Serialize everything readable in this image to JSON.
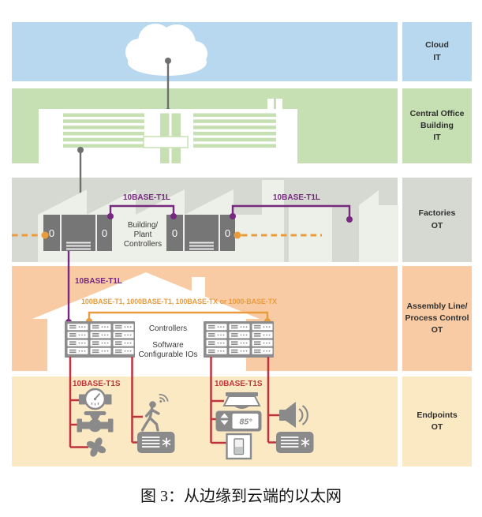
{
  "figure": {
    "bands": [
      {
        "id": "cloud",
        "label": "Cloud\nIT"
      },
      {
        "id": "central-office",
        "label": "Central Office\nBuilding\nIT"
      },
      {
        "id": "factories",
        "label": "Factories\nOT"
      },
      {
        "id": "assembly",
        "label": "Assembly Line/\nProcess Control\nOT"
      },
      {
        "id": "endpoints",
        "label": "Endpoints\nOT"
      }
    ],
    "connections": {
      "t1l_factories_left": "10BASE-T1L",
      "t1l_factories_right": "10BASE-T1L",
      "t1l_assembly": "10BASE-T1L",
      "assembly_trunk": "100BASE-T1, 1000BASE-T1, 100BASE-TX or 1000-BASE-TX",
      "t1s_left": "10BASE-T1S",
      "t1s_right": "10BASE-T1S"
    },
    "devices": {
      "building_plant_controllers": "Building/\nPlant\nControllers",
      "controllers": "Controllers",
      "software_configurable_ios": "Software\nConfigurable IOs",
      "port_label": "0",
      "thermostat_reading": "85°"
    },
    "icons": {
      "cloud": "cloud-icon",
      "office": "office-building-icon",
      "factory": "factory-icon",
      "controller": "plc-controller-icon",
      "house": "house-icon",
      "io_rack": "io-module-rack-icon",
      "gauge": "pressure-gauge-icon",
      "valve": "valve-icon",
      "fan": "fan-icon",
      "motion": "motion-sensor-icon",
      "hvac": "hvac-unit-icon",
      "detector": "ceiling-detector-icon",
      "thermostat": "thermostat-icon",
      "switch": "light-switch-icon",
      "speaker": "speaker-icon"
    },
    "colors": {
      "band_cloud": "#b7d8ee",
      "band_office": "#c6e0b4",
      "band_factories": "#d6d8d2",
      "band_assembly": "#f8cba4",
      "band_endpoints": "#fbe9c3",
      "line_purple": "#76297f",
      "line_orange": "#ea9c3d",
      "line_red": "#c0323d",
      "device_gray": "#8a8a8a",
      "controller_gray": "#767676",
      "text_dark": "#2f2f2f"
    }
  },
  "caption": "图 3：从边缘到云端的以太网"
}
